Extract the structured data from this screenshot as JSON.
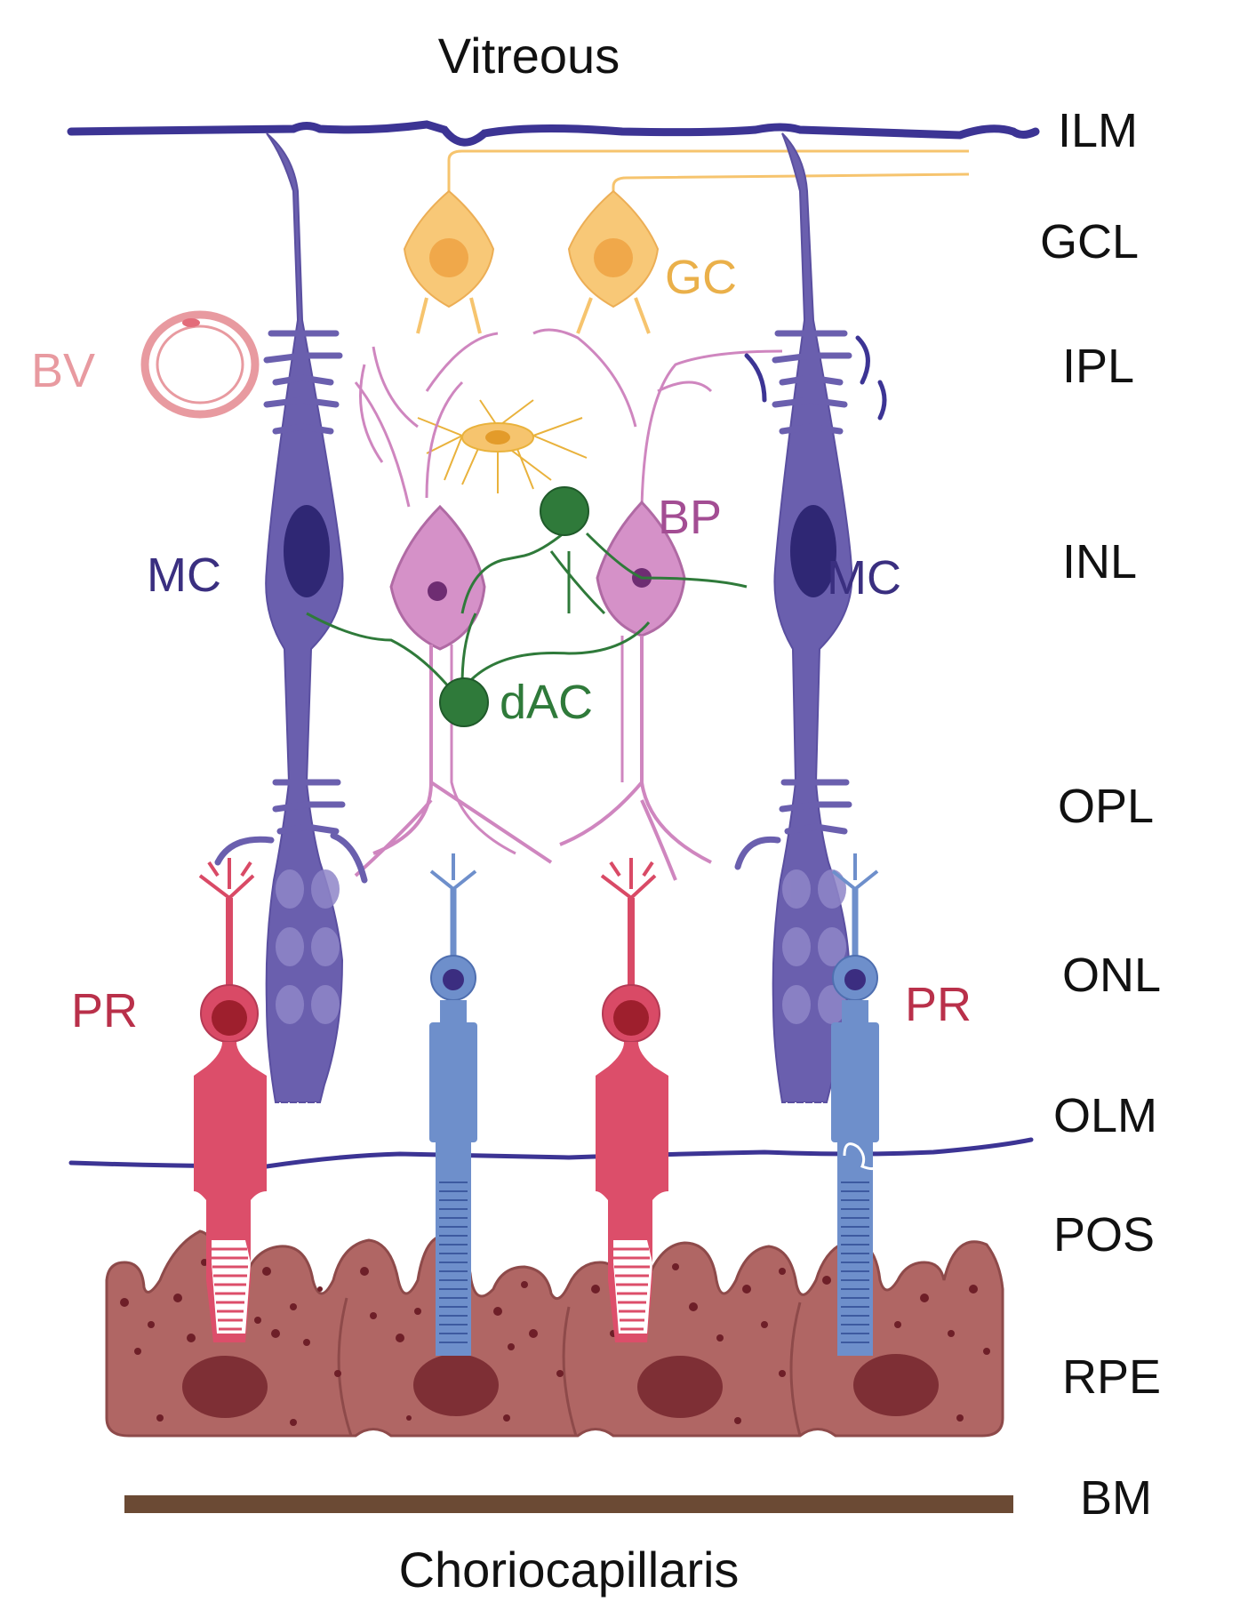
{
  "title_top": "Vitreous",
  "title_bottom": "Choriocapillaris",
  "layers": [
    "ILM",
    "GCL",
    "IPL",
    "INL",
    "OPL",
    "ONL",
    "OLM",
    "POS",
    "RPE",
    "BM"
  ],
  "cell_labels": {
    "bv": "BV",
    "gc": "GC",
    "bp": "BP",
    "mc_left": "MC",
    "mc_right": "MC",
    "dac": "dAC",
    "pr_left": "PR",
    "pr_right": "PR"
  },
  "colors": {
    "muller": "#6a5fae",
    "muller_dark": "#3a2f80",
    "membrane": "#3c3494",
    "ganglion": "#f6c46e",
    "bipolar": "#cf86bf",
    "amacrine": "#2f7a3a",
    "blood_vessel": "#e89aa0",
    "rod_red": "#d94a66",
    "cone_blue": "#6e8fcb",
    "rpe": "#b36a68",
    "rpe_dark": "#7e2f35",
    "bm": "#6b4a34"
  }
}
